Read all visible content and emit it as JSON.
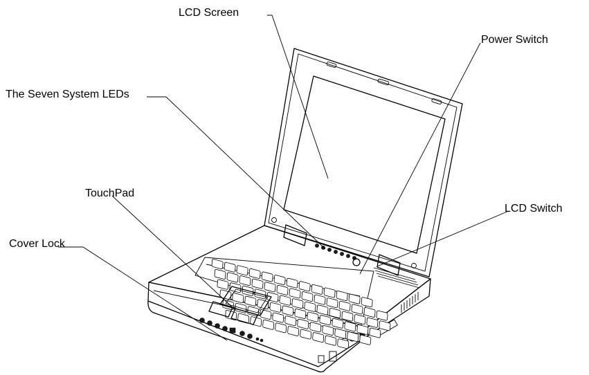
{
  "labels": {
    "lcd_screen": "LCD Screen",
    "power_switch": "Power Switch",
    "system_leds": "The Seven System LEDs",
    "touchpad": "TouchPad",
    "lcd_switch": "LCD Switch",
    "cover_lock": "Cover Lock"
  }
}
